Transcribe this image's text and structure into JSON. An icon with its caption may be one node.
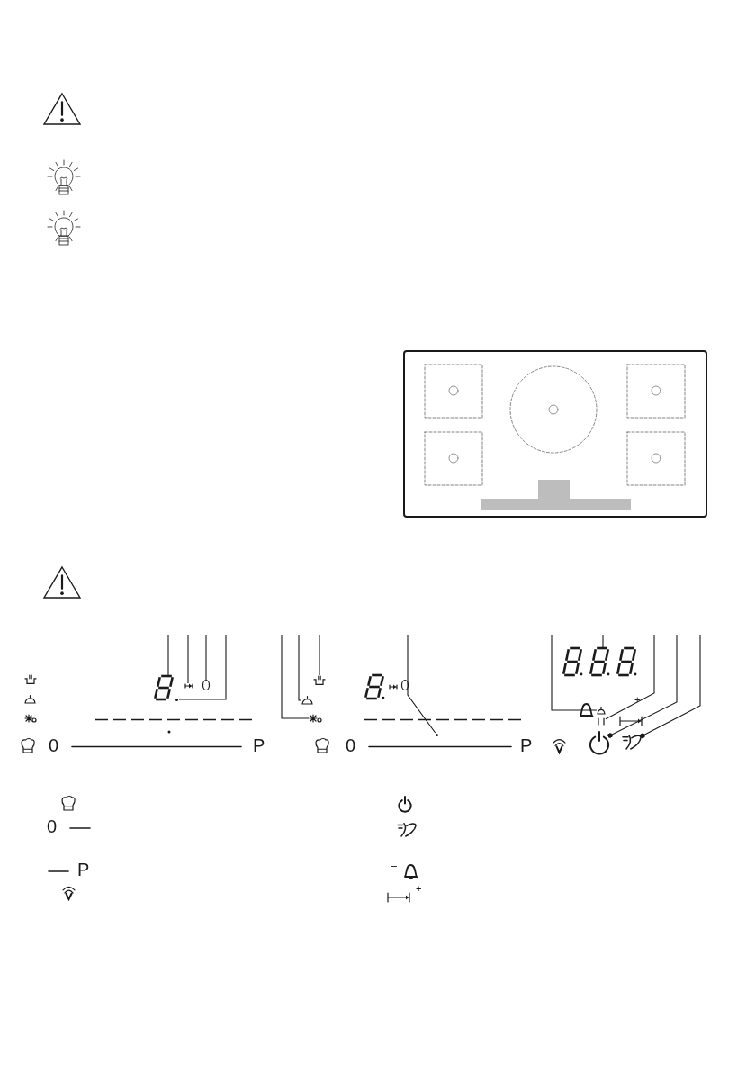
{
  "diagram": {
    "nodes": [
      {
        "text": [],
        "shape": "display"
      },
      {
        "text": [],
        "shape": "icon"
      },
      {
        "text": [],
        "shape": "circle"
      },
      {
        "text": [],
        "shape": "dot"
      },
      {
        "text": [],
        "shape": "icon"
      },
      {
        "text": [],
        "shape": "icon"
      },
      {
        "text": [],
        "shape": "icon"
      },
      {
        "text": [],
        "shape": "dot"
      },
      {
        "text": [],
        "shape": "icon"
      },
      {
        "text": [],
        "shape": "display"
      },
      {
        "text": [],
        "shape": "icon"
      },
      {
        "text": [],
        "shape": "icon"
      },
      {
        "text": [],
        "shape": "icon"
      }
    ],
    "edges": [
      {
        "from": null,
        "to": 0,
        "arrow": "none"
      },
      {
        "from": null,
        "to": 1,
        "arrow": "none"
      },
      {
        "from": null,
        "to": 2,
        "arrow": "none"
      },
      {
        "from": null,
        "to": 3,
        "arrow": "none"
      },
      {
        "from": null,
        "to": 4,
        "arrow": "none"
      },
      {
        "from": null,
        "to": 5,
        "arrow": "none"
      },
      {
        "from": null,
        "to": 6,
        "arrow": "none"
      },
      {
        "from": null,
        "to": 7,
        "arrow": "none"
      },
      {
        "from": null,
        "to": 8,
        "arrow": "none"
      },
      {
        "from": null,
        "to": 9,
        "arrow": "none"
      },
      {
        "from": null,
        "to": 10,
        "arrow": "none"
      },
      {
        "from": null,
        "to": 11,
        "arrow": "other"
      },
      {
        "from": null,
        "to": 12,
        "arrow": "other"
      }
    ],
    "labels": [
      "−",
      "+",
      "0",
      "P",
      "0",
      "P",
      "0",
      "P",
      "−",
      "+"
    ]
  }
}
